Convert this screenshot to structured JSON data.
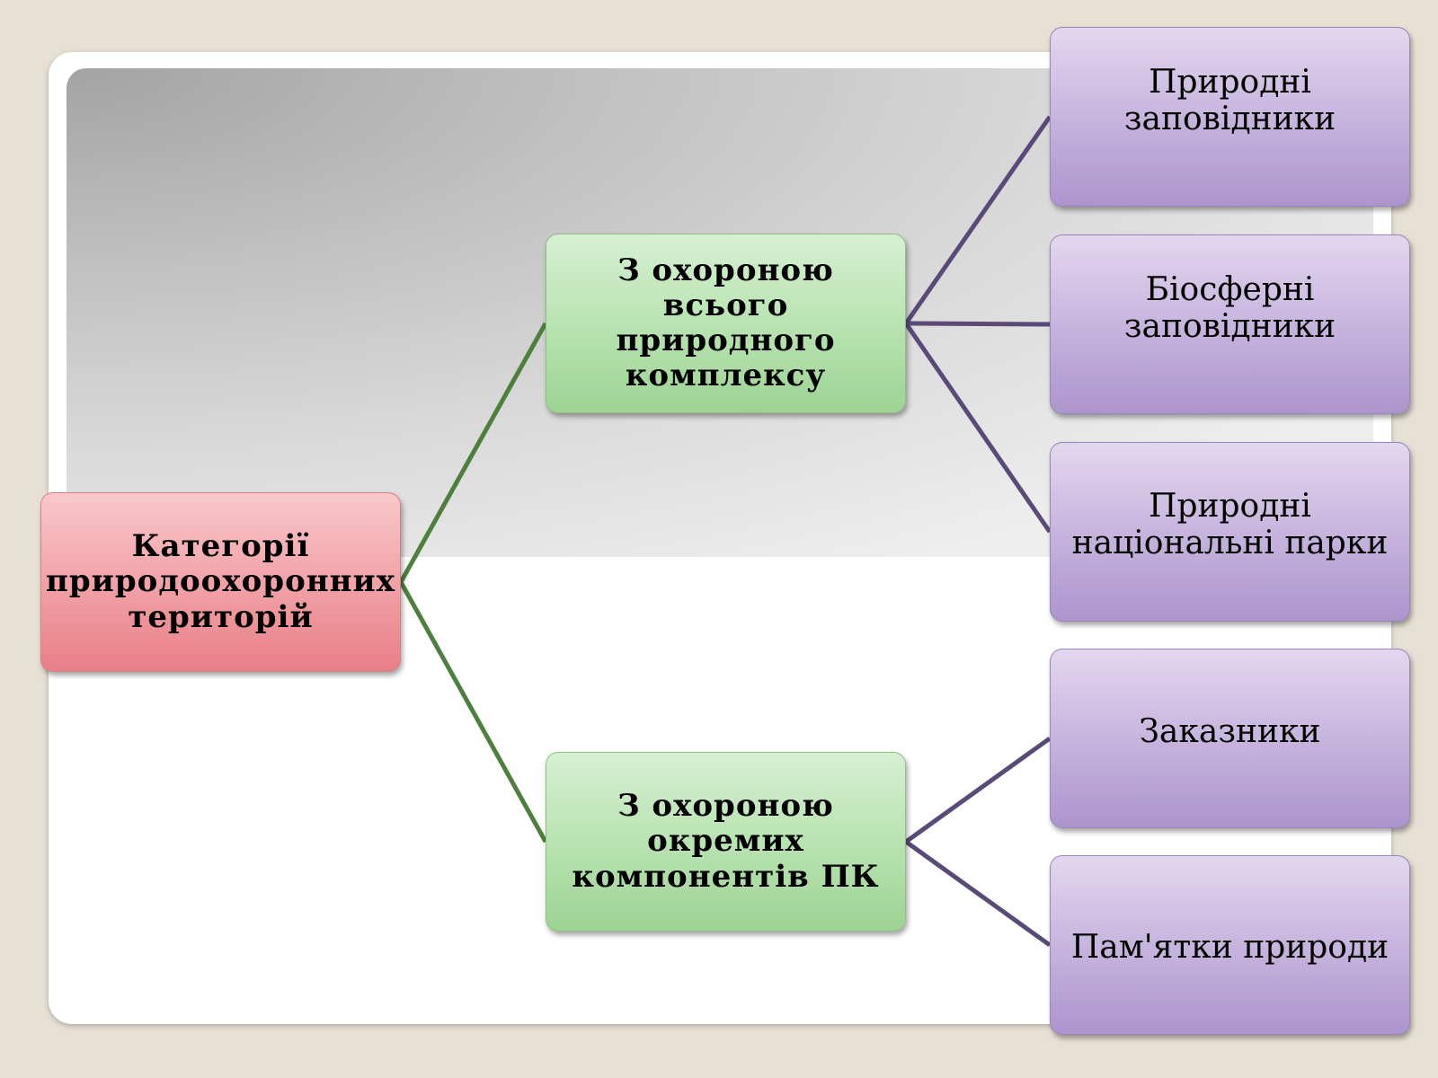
{
  "root": {
    "label": "Категорії природоохоронних територій"
  },
  "branches": [
    {
      "label": "З охороною всього природного комплексу",
      "color": "#4e7f3e",
      "children": [
        {
          "label": "Природні заповідники"
        },
        {
          "label": "Біосферні заповідники"
        },
        {
          "label": "Природні національні парки"
        }
      ]
    },
    {
      "label": "З охороною окремих компонентів ПК",
      "color": "#4e7f3e",
      "children": [
        {
          "label": "Заказники"
        },
        {
          "label": "Пам'ятки природи"
        }
      ]
    }
  ],
  "colors": {
    "root_fill": "#f1a3a8",
    "branch_fill": "#b9e3b2",
    "leaf_fill": "#c7b5de",
    "root_connector": "#4e7f3e",
    "leaf_connector": "#5a4a78"
  }
}
